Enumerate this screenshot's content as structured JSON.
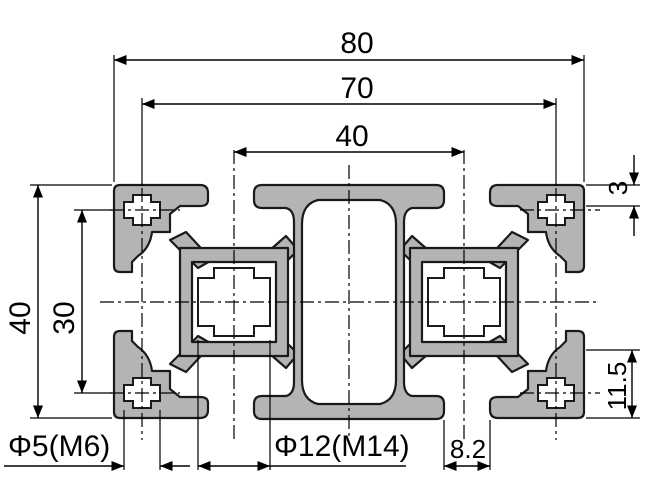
{
  "dimensions": {
    "overall_width": "80",
    "slot_pitch": "70",
    "center_span": "40",
    "overall_height": "40",
    "vertical_pitch": "30",
    "slot_lip": "3",
    "slot_depth": "11.5",
    "small_bore": "Φ5(M6)",
    "center_bore": "Φ12(M14)",
    "slot_width": "8.2"
  },
  "colors": {
    "profile_fill": "#b4b4b4",
    "outline": "#1a1a1a"
  }
}
